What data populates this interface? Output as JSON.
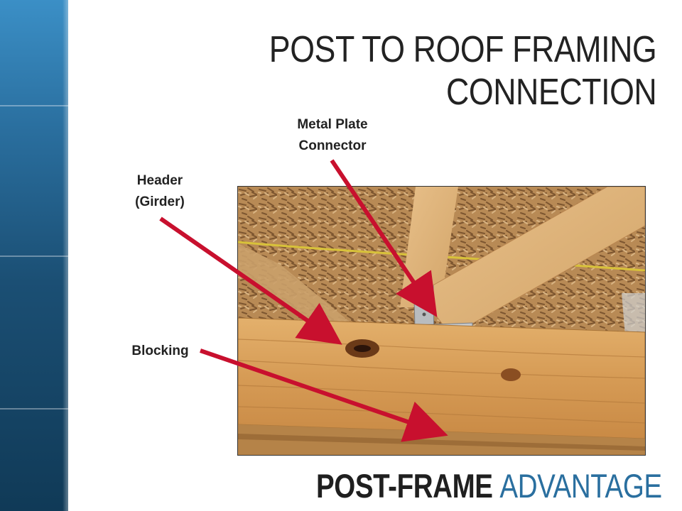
{
  "slide": {
    "title_line1": "POST TO ROOF FRAMING",
    "title_line2": "CONNECTION"
  },
  "labels": {
    "metal_plate_line1": "Metal Plate",
    "metal_plate_line2": "Connector",
    "header_line1": "Header",
    "header_line2": "(Girder)",
    "blocking": "Blocking"
  },
  "logo": {
    "part1": "POST-FRAME",
    "part2": "ADVANTAGE"
  },
  "colors": {
    "arrow": "#c8102e",
    "accent_blue": "#2a6f9f",
    "title": "#222222"
  }
}
